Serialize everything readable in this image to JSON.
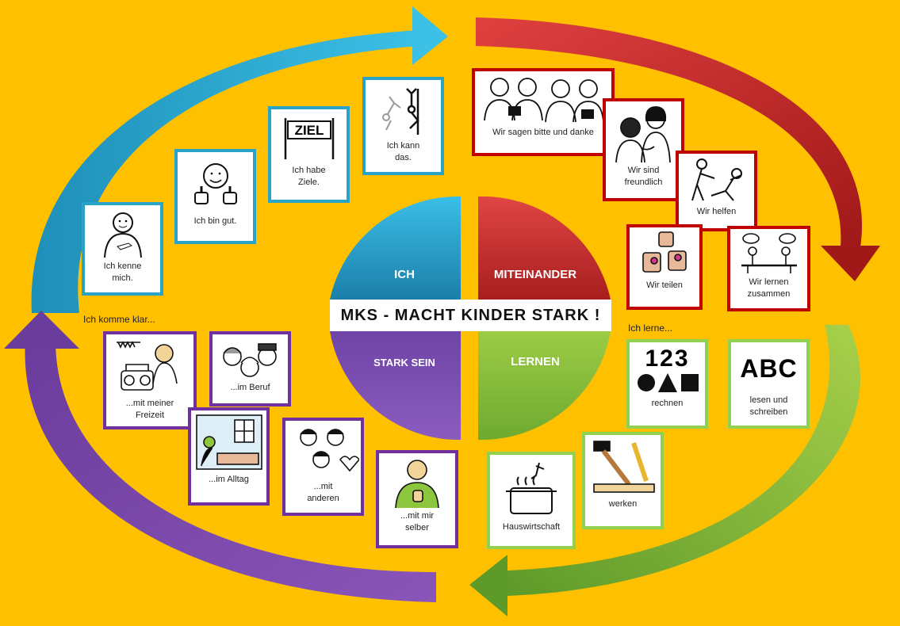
{
  "title": "MKS - MACHT  KINDER  STARK !",
  "sections": {
    "ich": "ICH",
    "miteinander": "MITEINANDER",
    "stark_sein": "STARK SEIN",
    "lernen": "LERNEN"
  },
  "groups": {
    "klar": "Ich komme klar...",
    "lerne": "Ich lerne..."
  },
  "cards": {
    "kenne": "Ich kenne\nmich.",
    "gut": "Ich bin gut.",
    "ziele": "Ich habe\nZiele.",
    "ziel_sign": "ZIEL",
    "kann": "Ich kann\ndas.",
    "bitte": "Wir sagen bitte und danke",
    "freundlich": "Wir sind\nfreundlich",
    "helfen": "Wir helfen",
    "teilen": "Wir teilen",
    "zusammen": "Wir lernen\nzusammen",
    "rechnen_sym": "123",
    "rechnen": "rechnen",
    "abc_sym": "ABC",
    "lesen": "lesen und\nschreiben",
    "werken": "werken",
    "haus": "Hauswirtschaft",
    "selber": "...mit mir\nselber",
    "anderen": "...mit\nanderen",
    "alltag": "...im Alltag",
    "beruf": "...im Beruf",
    "freizeit": "...mit meiner\nFreizeit"
  },
  "colors": {
    "background": "#FFC000",
    "ich": "#2AA3C8",
    "miteinander": "#C0282C",
    "stark_sein": "#7A3FA0",
    "lernen": "#8CC63F"
  }
}
